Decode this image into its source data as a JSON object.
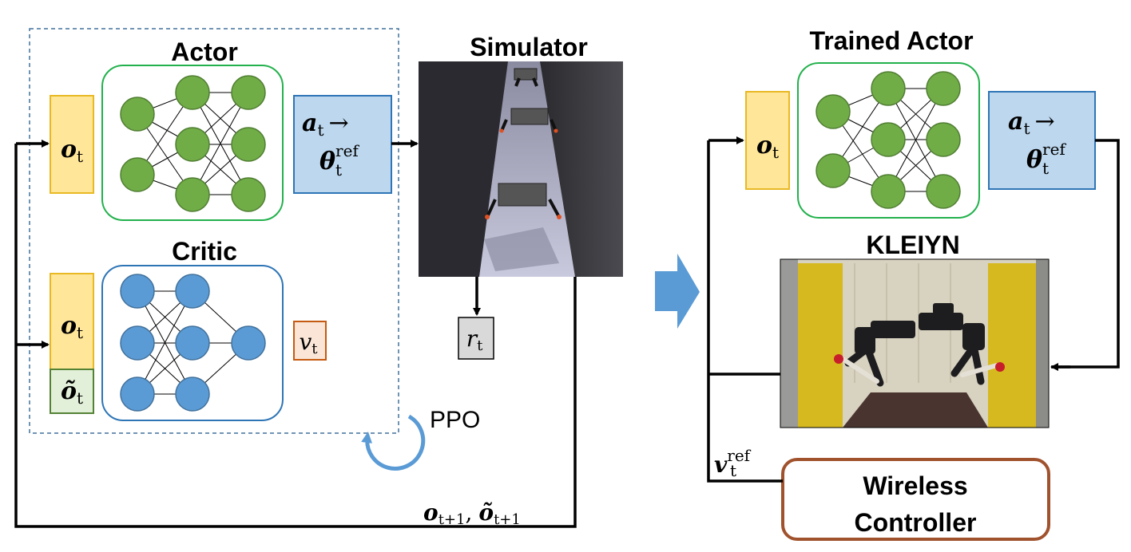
{
  "titles": {
    "actor": "Actor",
    "critic": "Critic",
    "simulator": "Simulator",
    "trained_actor": "Trained Actor",
    "robot": "KLEIYN"
  },
  "labels": {
    "obs_sym": "o",
    "priv_obs_sym": "õ",
    "action_sym": "a",
    "arrow": "→",
    "theta_sym": "θ",
    "value_sym": "v",
    "reward_sym": "r",
    "velocity_sym": "v",
    "sub_t": "t",
    "sub_t1": "t+1",
    "sup_ref": "ref",
    "comma": ",",
    "ppo": "PPO"
  },
  "controller": {
    "line1": "Wireless",
    "line2": "Controller"
  },
  "colors": {
    "obs_fill": "#FFE699",
    "obs_stroke": "#E8B923",
    "action_fill": "#BDD7EE",
    "action_stroke": "#2E75B6",
    "actor_node": "#70AD47",
    "actor_frame": "#22B14C",
    "critic_node": "#5B9BD5",
    "critic_frame": "#2E75B6",
    "value_fill": "#FBE5D6",
    "value_stroke": "#C55A11",
    "reward_fill": "#D9D9D9",
    "priv_fill": "#E2F0D9",
    "priv_stroke": "#548235",
    "controller_stroke": "#A0522D",
    "ppo_arrow": "#5B9BD5",
    "big_arrow": "#5B9BD5",
    "dashed_frame": "#41719C"
  }
}
